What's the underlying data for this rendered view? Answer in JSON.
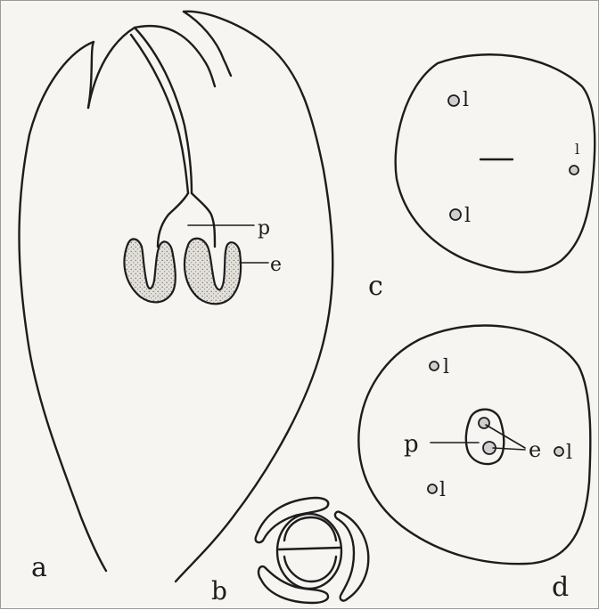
{
  "figure": {
    "panel_labels": {
      "a": "a",
      "b": "b",
      "c": "c",
      "d": "d"
    },
    "annotations_a": {
      "p": "p",
      "e": "e"
    },
    "annotations_c": {
      "l1": "l",
      "l2": "l",
      "l3": "l"
    },
    "annotations_d": {
      "l1": "l",
      "l2": "l",
      "l3": "l",
      "p": "p",
      "e": "e"
    }
  }
}
